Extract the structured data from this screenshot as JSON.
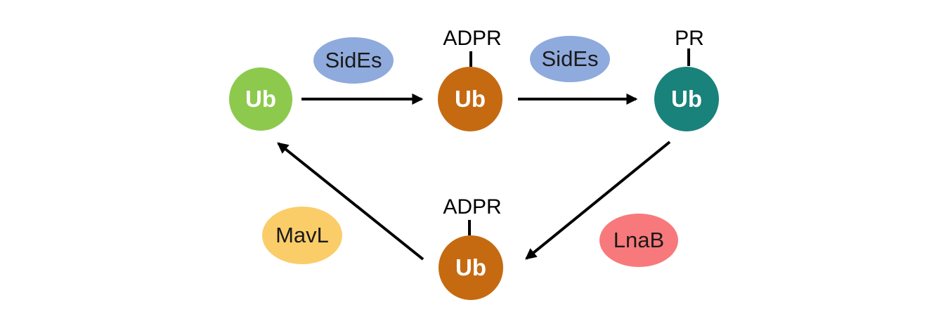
{
  "diagram": {
    "nodes": [
      {
        "id": "ub-unmodified",
        "label": "Ub",
        "modification": "",
        "fill": "#8DC94D",
        "text_color": "#FFFFFF"
      },
      {
        "id": "ub-adpr",
        "label": "Ub",
        "modification": "ADPR",
        "fill": "#C56A11",
        "text_color": "#FFFFFF"
      },
      {
        "id": "ub-pr",
        "label": "Ub",
        "modification": "PR",
        "fill": "#19827A",
        "text_color": "#FFFFFF"
      },
      {
        "id": "ub-adpr-2",
        "label": "Ub",
        "modification": "ADPR",
        "fill": "#C56A11",
        "text_color": "#FFFFFF"
      }
    ],
    "enzymes": [
      {
        "id": "sides-1",
        "label": "SidEs",
        "fill": "#8FAADC"
      },
      {
        "id": "sides-2",
        "label": "SidEs",
        "fill": "#8FAADC"
      },
      {
        "id": "mavl",
        "label": "MavL",
        "fill": "#FACD69"
      },
      {
        "id": "lnab",
        "label": "LnaB",
        "fill": "#F8797B"
      }
    ],
    "arrow_color": "#000000",
    "background_color": "#FFFFFF"
  }
}
